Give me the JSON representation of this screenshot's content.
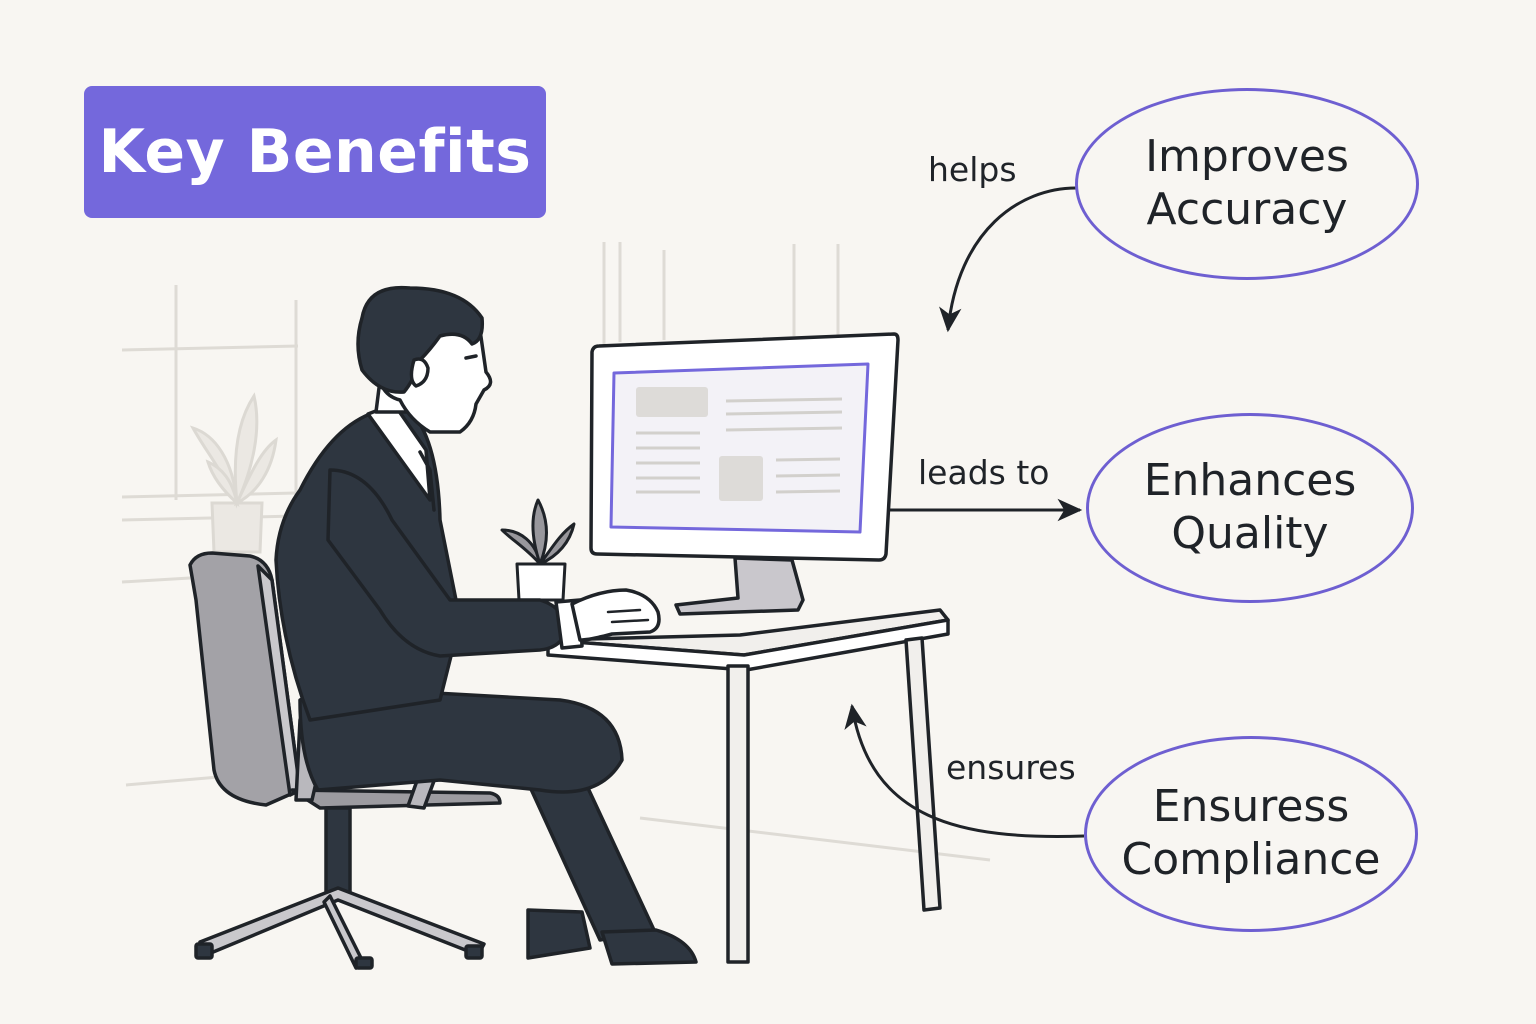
{
  "title": "Key Benefits",
  "benefits": [
    {
      "id": "accuracy",
      "lines": [
        "Improves",
        "Accuracy"
      ],
      "relation": "helps"
    },
    {
      "id": "quality",
      "lines": [
        "Enhances",
        "Quality"
      ],
      "relation": "leads to"
    },
    {
      "id": "compliance",
      "lines": [
        "Ensuress",
        "Compliance"
      ],
      "relation": "ensures"
    }
  ],
  "colors": {
    "accent": "#7468dc",
    "outline": "#6e5fd1",
    "ink": "#1f2328",
    "suit": "#2e3640",
    "background": "#f8f6f2"
  }
}
